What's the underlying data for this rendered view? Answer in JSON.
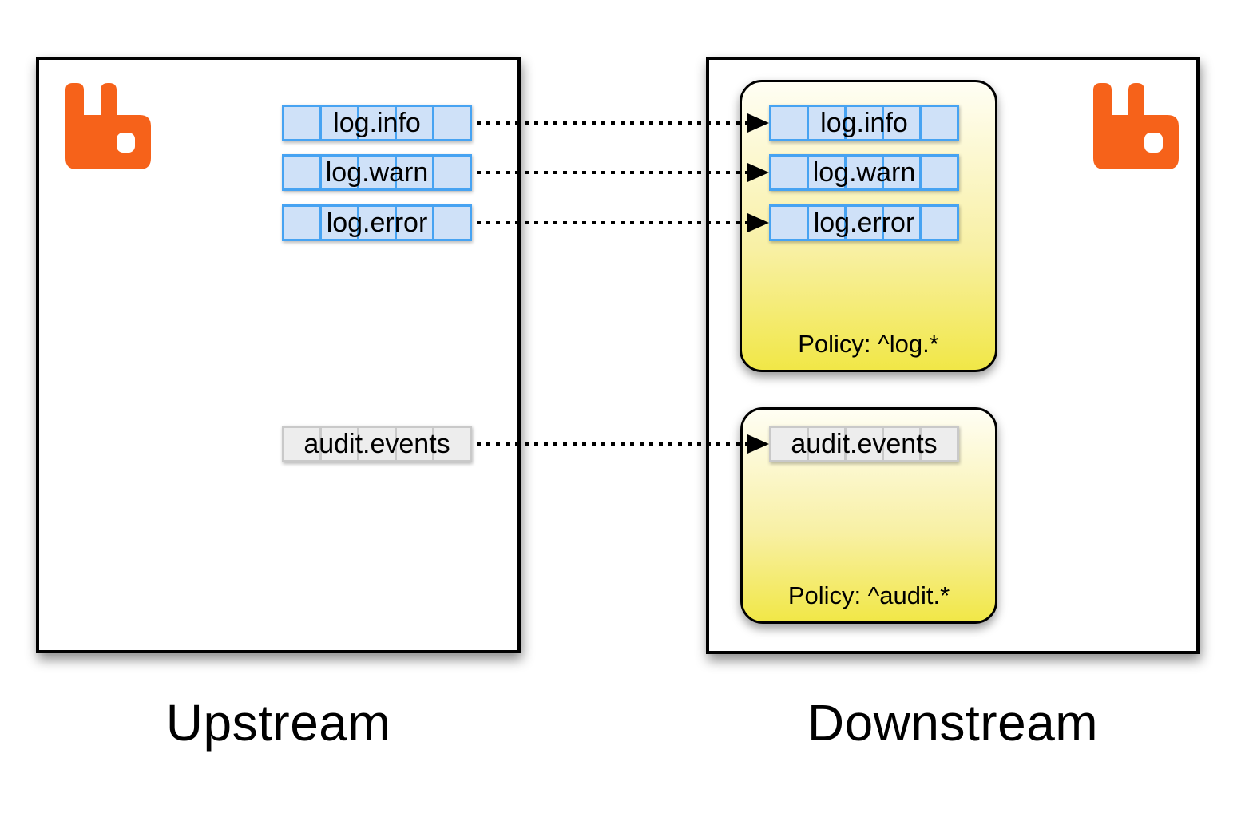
{
  "upstream": {
    "label": "Upstream",
    "queues": [
      {
        "name": "log.info",
        "style": "blue"
      },
      {
        "name": "log.warn",
        "style": "blue"
      },
      {
        "name": "log.error",
        "style": "blue"
      },
      {
        "name": "audit.events",
        "style": "gray"
      }
    ]
  },
  "downstream": {
    "label": "Downstream",
    "policies": [
      {
        "label": "Policy: ^log.*"
      },
      {
        "label": "Policy: ^audit.*"
      }
    ],
    "queues": [
      {
        "name": "log.info",
        "style": "blue"
      },
      {
        "name": "log.warn",
        "style": "blue"
      },
      {
        "name": "log.error",
        "style": "blue"
      },
      {
        "name": "audit.events",
        "style": "gray"
      }
    ]
  },
  "icons": {
    "upstream_logo": "rabbitmq-logo",
    "downstream_logo": "rabbitmq-logo"
  },
  "colors": {
    "logo_orange": "#F6621A",
    "box_border": "#000000",
    "queue_blue_border": "#47A3F2",
    "queue_blue_fill": "#CFE1F8",
    "queue_gray_border": "#C9C9C9",
    "queue_gray_fill": "#EDEDED",
    "policy_gradient_top": "#FFFEF4",
    "policy_gradient_bottom": "#F1E747"
  }
}
